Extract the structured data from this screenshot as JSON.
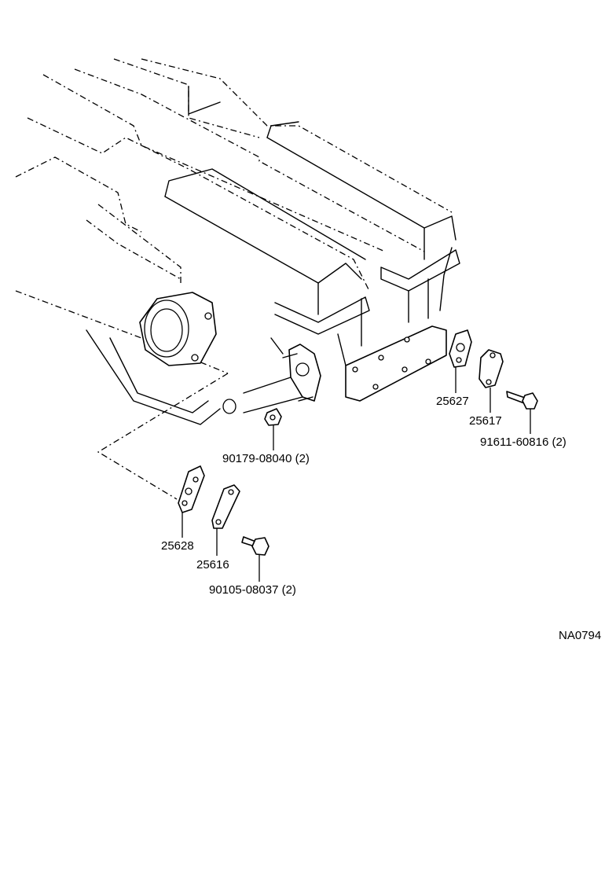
{
  "diagram": {
    "part_labels": [
      {
        "id": "gasket-upper",
        "text": "25627"
      },
      {
        "id": "plate-upper",
        "text": "25617"
      },
      {
        "id": "bolt-upper",
        "text": "91611-60816 (2)"
      },
      {
        "id": "nut",
        "text": "90179-08040 (2)"
      },
      {
        "id": "gasket-lower",
        "text": "25628"
      },
      {
        "id": "plate-lower",
        "text": "25616"
      },
      {
        "id": "bolt-lower",
        "text": "90105-08037 (2)"
      }
    ],
    "figure_code": "NA0794"
  }
}
